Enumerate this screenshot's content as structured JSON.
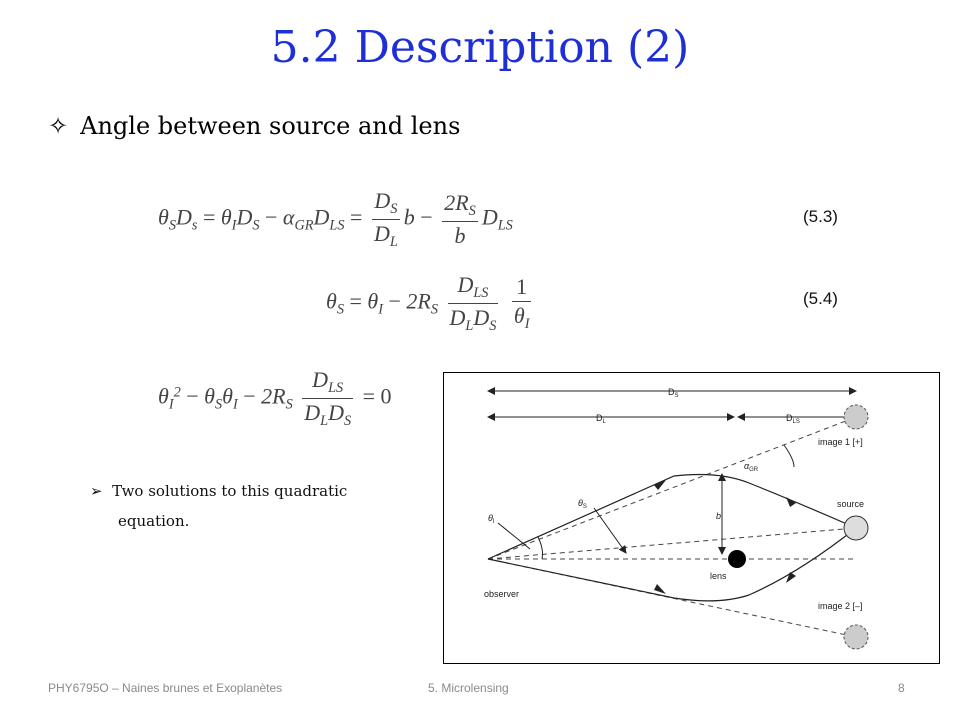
{
  "slide": {
    "title": "5.2 Description (2)",
    "bullet_mark": "✧",
    "bullet_text": "Angle between source and lens",
    "eq_labels": [
      "(5.3)",
      "(5.4)"
    ],
    "solution_mark": "➢",
    "solution_line1": "Two solutions to this quadratic",
    "solution_line2": "equation."
  },
  "equations": {
    "e53": {
      "lhs": "θ",
      "lhs_sub1": "S",
      "d1": "D",
      "d1_sub": "s",
      "eq1": "=",
      "t1": "θ",
      "t1_sub": "I",
      "t1_d": "D",
      "t1_d_sub": "S",
      "minus1": "−",
      "alpha": "α",
      "alpha_sub": "GR",
      "alpha_d": "D",
      "alpha_d_sub": "LS",
      "eq2": "=",
      "f1_num": "D",
      "f1_num_sub": "S",
      "f1_den": "D",
      "f1_den_sub": "L",
      "b": "b",
      "minus2": "−",
      "f2_num": "2R",
      "f2_num_sub": "S",
      "f2_den": "b",
      "tail": "D",
      "tail_sub": "LS"
    },
    "e54": {
      "lhs": "θ",
      "lhs_sub": "S",
      "eq": "=",
      "t": "θ",
      "t_sub": "I",
      "minus": "−",
      "coef": "2R",
      "coef_sub": "S",
      "f1_num": "D",
      "f1_num_sub": "LS",
      "f1_den_a": "D",
      "f1_den_a_sub": "L",
      "f1_den_b": "D",
      "f1_den_b_sub": "S",
      "f2_num": "1",
      "f2_den": "θ",
      "f2_den_sub": "I"
    },
    "quad": {
      "a": "θ",
      "a_sub": "I",
      "a_sup": "2",
      "minus1": "−",
      "b1": "θ",
      "b1_sub": "S",
      "b2": "θ",
      "b2_sub": "I",
      "minus2": "−",
      "coef": "2R",
      "coef_sub": "S",
      "f_num": "D",
      "f_num_sub": "LS",
      "f_den_a": "D",
      "f_den_a_sub": "L",
      "f_den_b": "D",
      "f_den_b_sub": "S",
      "eq": "=",
      "zero": "0"
    }
  },
  "figure": {
    "ds": "D",
    "ds_sub": "S",
    "dl": "D",
    "dl_sub": "L",
    "dls": "D",
    "dls_sub": "LS",
    "image1": "image 1 [+]",
    "alpha": "α",
    "alpha_sub": "GR",
    "source": "source",
    "theta_s": "θ",
    "theta_s_sub": "S",
    "theta_i": "θ",
    "theta_i_sub": "I",
    "b": "b",
    "lens": "lens",
    "observer": "observer",
    "image2": "image 2 [–]"
  },
  "footer": {
    "left": "PHY6795O – Naines brunes et Exoplanètes",
    "center": "5. Microlensing",
    "page": "8"
  }
}
